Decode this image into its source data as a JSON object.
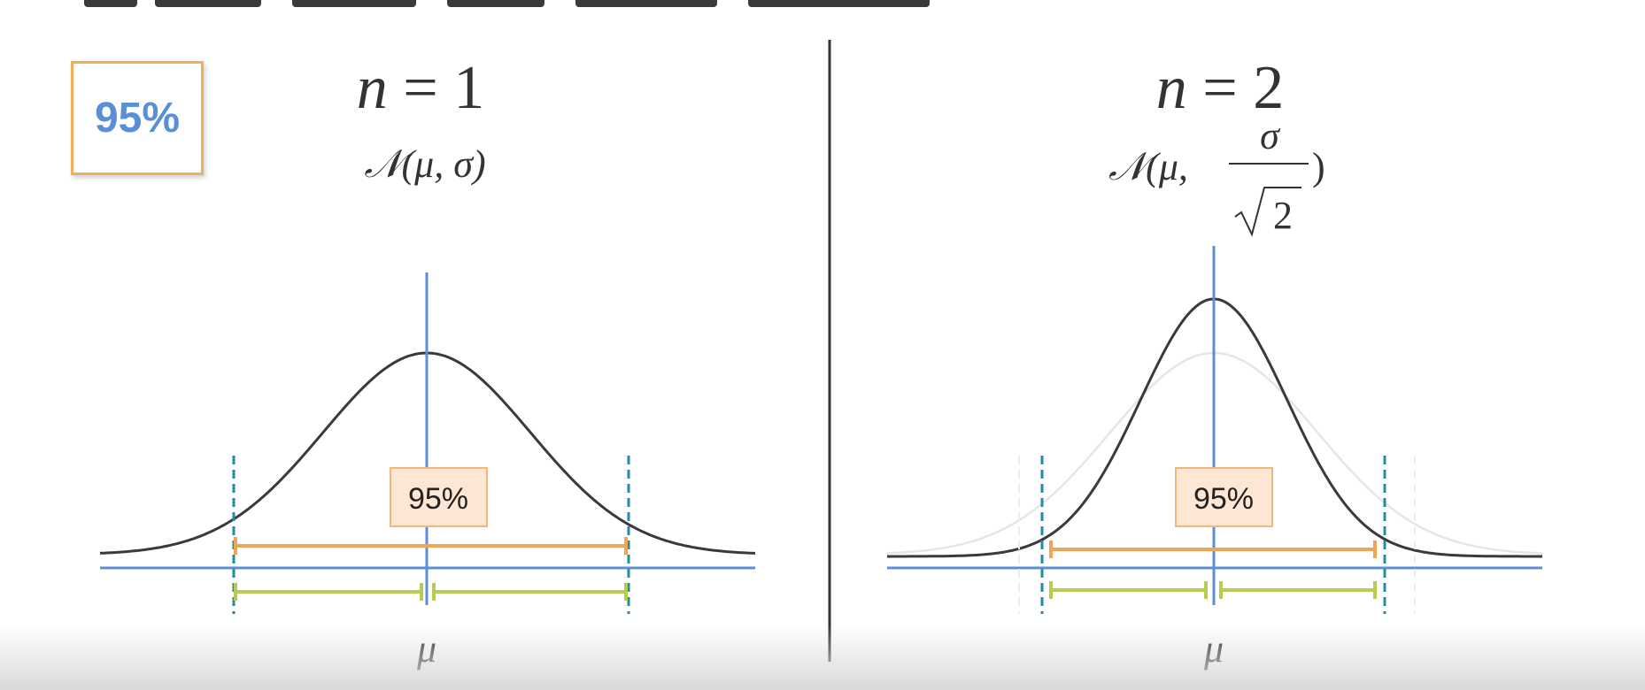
{
  "badge": {
    "label": "95%"
  },
  "panels": [
    {
      "id": "left",
      "n_var": "n",
      "n_value": "1",
      "dist_prefix": "𝒩(",
      "dist_args": "μ, σ",
      "dist_suffix": ")",
      "interval_label": "95%",
      "mean_label": "μ"
    },
    {
      "id": "right",
      "n_var": "n",
      "n_value": "2",
      "dist_prefix": "𝒩(",
      "dist_args": "μ,",
      "dist_numerator": "σ",
      "dist_denominator": "2",
      "dist_suffix": ")",
      "interval_label": "95%",
      "mean_label": "μ"
    }
  ],
  "colors": {
    "curve": "#3a3a3a",
    "mean_line": "#5a8fd6",
    "axis": "#5a8fd6",
    "interval_bar": "#f0a556",
    "half_bars": "#b9cc52",
    "dashed_markers": "#1f8fa0",
    "label_fill": "#fde6d4",
    "label_border": "#f0b87a",
    "badge_text": "#5a8fd6",
    "badge_border": "#f0b05a",
    "divider": "#333333"
  }
}
